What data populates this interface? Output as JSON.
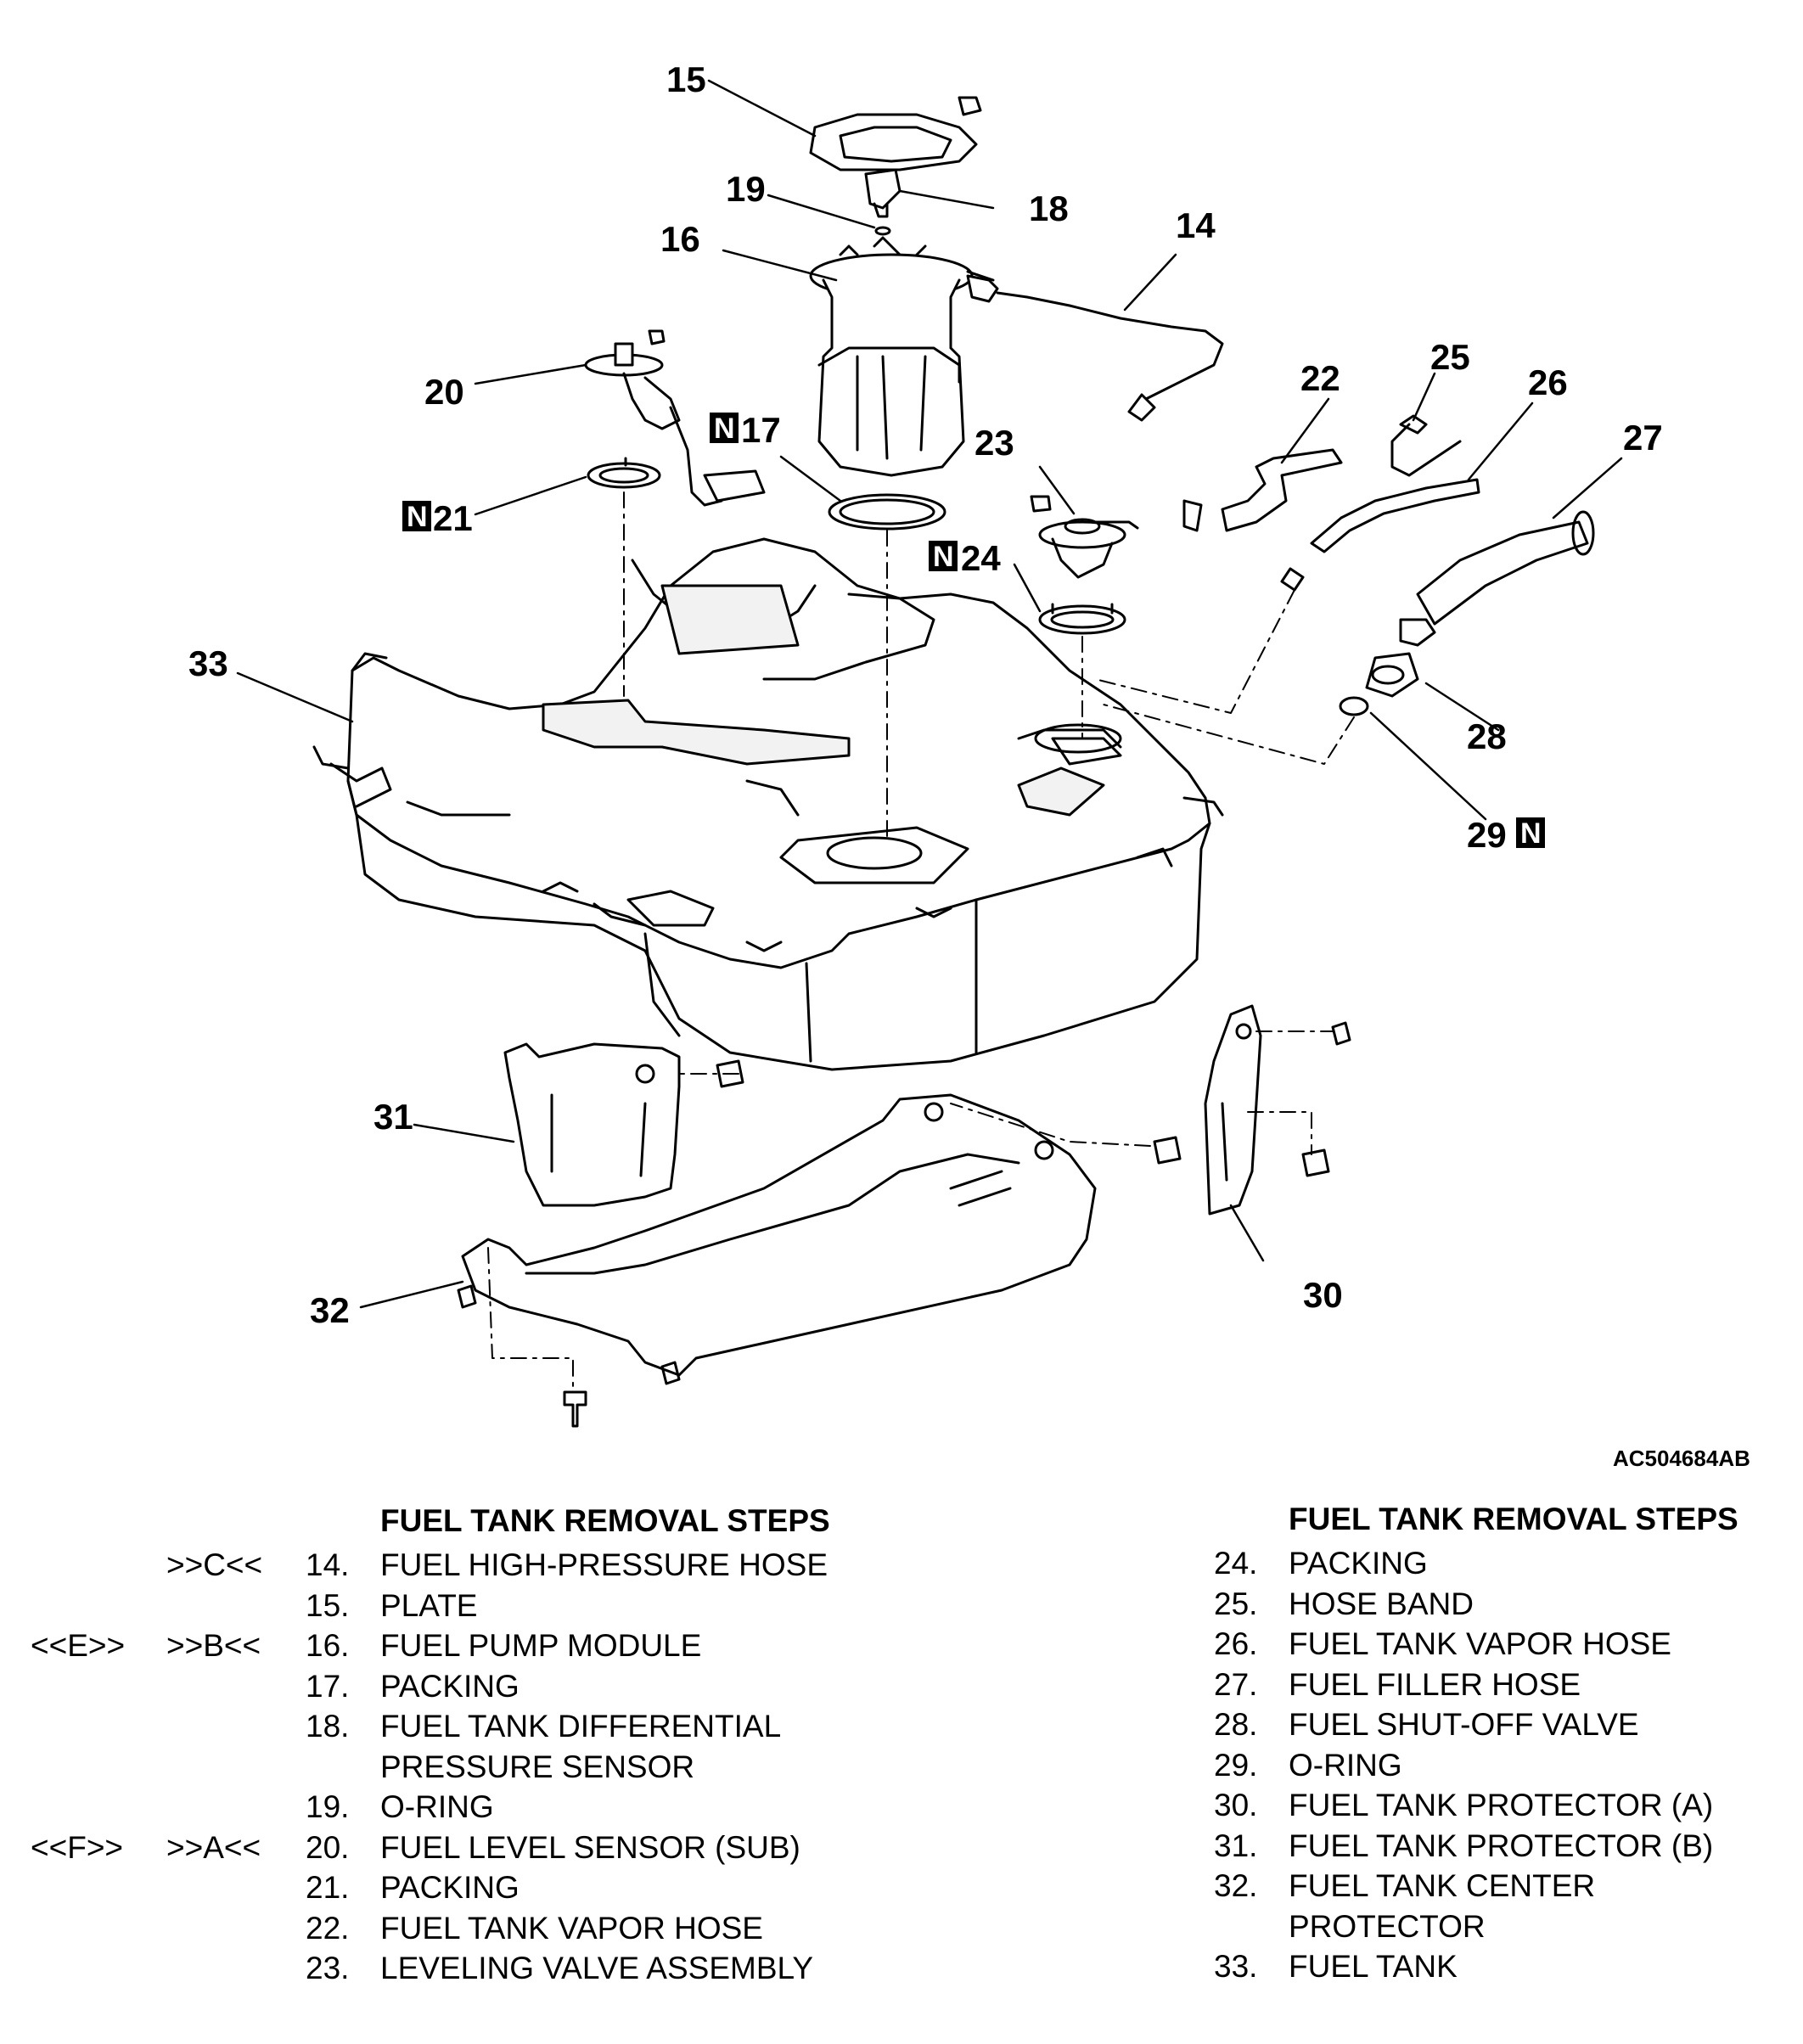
{
  "figure_id": "AC504684AB",
  "callouts": {
    "c14": "14",
    "c15": "15",
    "c16": "16",
    "c17": "17",
    "c18": "18",
    "c19": "19",
    "c20": "20",
    "c21": "21",
    "c22": "22",
    "c23": "23",
    "c24": "24",
    "c25": "25",
    "c26": "26",
    "c27": "27",
    "c28": "28",
    "c29": "29",
    "c30": "30",
    "c31": "31",
    "c32": "32",
    "c33": "33",
    "n_mark": "N"
  },
  "left_table": {
    "header": "FUEL TANK REMOVAL STEPS",
    "rows": [
      {
        "ref_left": "",
        "ref_right": ">>C<<",
        "num": "14.",
        "text": "FUEL HIGH-PRESSURE HOSE"
      },
      {
        "ref_left": "",
        "ref_right": "",
        "num": "15.",
        "text": "PLATE"
      },
      {
        "ref_left": "<<E>>",
        "ref_right": ">>B<<",
        "num": "16.",
        "text": "FUEL PUMP MODULE"
      },
      {
        "ref_left": "",
        "ref_right": "",
        "num": "17.",
        "text": "PACKING"
      },
      {
        "ref_left": "",
        "ref_right": "",
        "num": "18.",
        "text": "FUEL TANK DIFFERENTIAL"
      },
      {
        "ref_left": "",
        "ref_right": "",
        "num": "",
        "text": "PRESSURE SENSOR"
      },
      {
        "ref_left": "",
        "ref_right": "",
        "num": "19.",
        "text": "O-RING"
      },
      {
        "ref_left": "<<F>>",
        "ref_right": ">>A<<",
        "num": "20.",
        "text": "FUEL LEVEL SENSOR (SUB)"
      },
      {
        "ref_left": "",
        "ref_right": "",
        "num": "21.",
        "text": "PACKING"
      },
      {
        "ref_left": "",
        "ref_right": "",
        "num": "22.",
        "text": "FUEL TANK VAPOR HOSE"
      },
      {
        "ref_left": "",
        "ref_right": "",
        "num": "23.",
        "text": "LEVELING VALVE ASSEMBLY"
      }
    ]
  },
  "right_table": {
    "header": "FUEL TANK REMOVAL STEPS",
    "rows": [
      {
        "num": "24.",
        "text": "PACKING"
      },
      {
        "num": "25.",
        "text": "HOSE BAND"
      },
      {
        "num": "26.",
        "text": "FUEL TANK VAPOR HOSE"
      },
      {
        "num": "27.",
        "text": "FUEL FILLER HOSE"
      },
      {
        "num": "28.",
        "text": "FUEL SHUT-OFF VALVE"
      },
      {
        "num": "29.",
        "text": "O-RING"
      },
      {
        "num": "30.",
        "text": "FUEL TANK PROTECTOR (A)"
      },
      {
        "num": "31.",
        "text": "FUEL TANK PROTECTOR (B)"
      },
      {
        "num": "32.",
        "text": "FUEL TANK CENTER"
      },
      {
        "num": "",
        "text": "PROTECTOR"
      },
      {
        "num": "33.",
        "text": "FUEL TANK"
      }
    ]
  }
}
